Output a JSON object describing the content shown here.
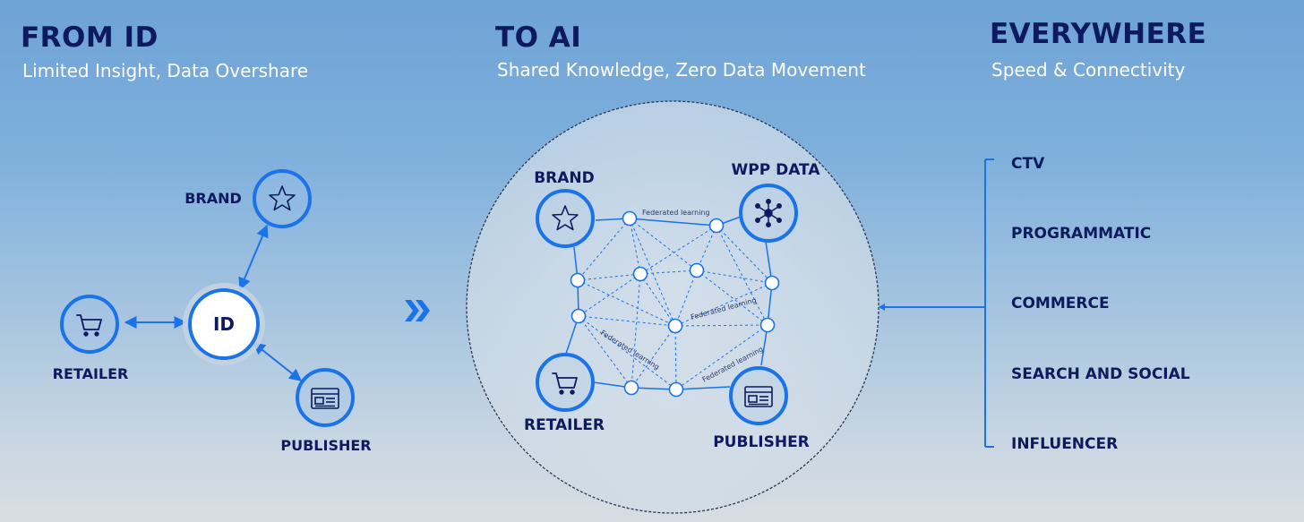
{
  "columns": [
    {
      "title": "FROM ID",
      "subtitle": "Limited Insight, Data Overshare"
    },
    {
      "title": "TO AI",
      "subtitle": "Shared Knowledge, Zero Data Movement"
    },
    {
      "title": "EVERYWHERE",
      "subtitle": "Speed & Connectivity"
    }
  ],
  "left_diagram": {
    "center": "ID",
    "nodes": [
      {
        "label": "BRAND",
        "icon": "star-icon"
      },
      {
        "label": "RETAILER",
        "icon": "cart-icon"
      },
      {
        "label": "PUBLISHER",
        "icon": "browser-window-icon"
      }
    ]
  },
  "arrow_icon": "double-chevron-right-icon",
  "federated_diagram": {
    "nodes": [
      {
        "label": "BRAND",
        "icon": "star-icon"
      },
      {
        "label": "WPP DATA",
        "icon": "network-hub-icon"
      },
      {
        "label": "RETAILER",
        "icon": "cart-icon"
      },
      {
        "label": "PUBLISHER",
        "icon": "browser-window-icon"
      }
    ],
    "edge_labels": [
      "Federated learning",
      "Federated learning",
      "Federated learning",
      "Federated learning"
    ]
  },
  "channels": [
    "CTV",
    "PROGRAMMATIC",
    "COMMERCE",
    "SEARCH AND SOCIAL",
    "INFLUENCER"
  ],
  "colors": {
    "navy": "#0e1a5e",
    "accent_blue": "#1a73e8",
    "white": "#ffffff"
  }
}
